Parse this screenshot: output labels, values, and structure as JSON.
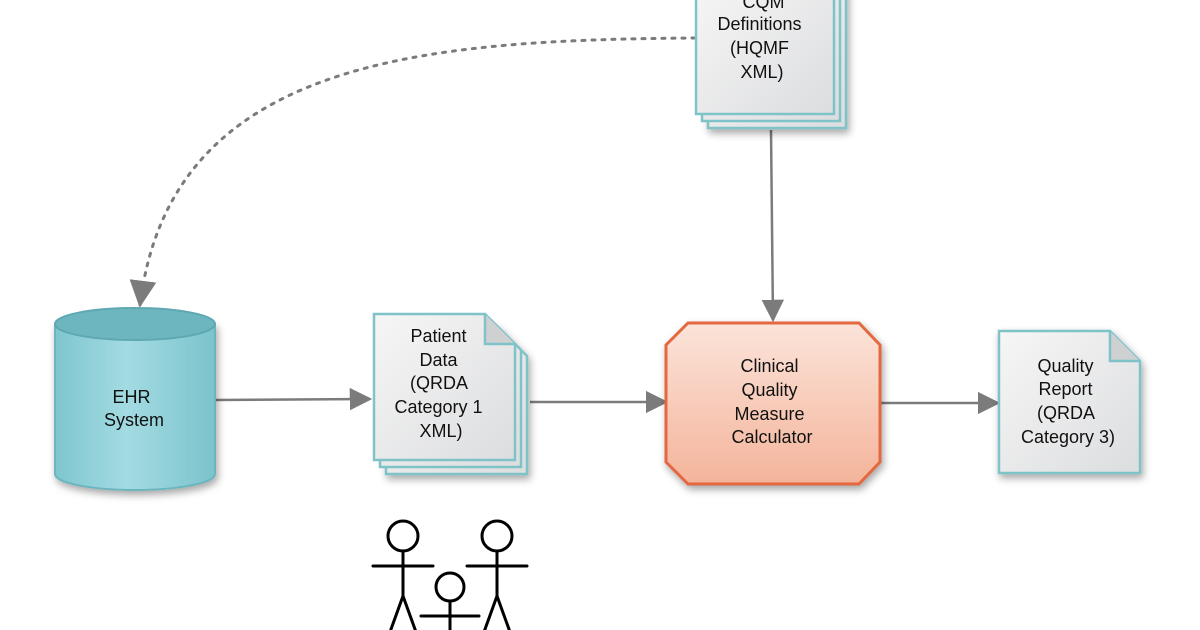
{
  "diagram": {
    "nodes": {
      "cqm_definitions": {
        "lines": [
          "CQM",
          "Definitions",
          "(HQMF",
          "XML)"
        ],
        "shape": "stacked-document",
        "fill": "#e9eaeb",
        "border": "#7fc3c8"
      },
      "ehr_system": {
        "lines": [
          "EHR",
          "System"
        ],
        "shape": "cylinder",
        "fill": "#8ccfd7",
        "border": "#6bb5be"
      },
      "patient_data": {
        "lines": [
          "Patient",
          "Data",
          "(QRDA",
          "Category 1",
          "XML)"
        ],
        "shape": "stacked-document",
        "fill": "#e9eaeb",
        "border": "#7fc3c8"
      },
      "calculator": {
        "lines": [
          "Clinical",
          "Quality",
          "Measure",
          "Calculator"
        ],
        "shape": "octagon",
        "fill": "#f8c9b6",
        "border": "#e4673f"
      },
      "quality_report": {
        "lines": [
          "Quality",
          "Report",
          "(QRDA",
          "Category 3)"
        ],
        "shape": "document",
        "fill": "#e9eaeb",
        "border": "#7fc3c8"
      },
      "patients": {
        "shape": "stick-figures",
        "icon": "people-icon"
      }
    },
    "edges": [
      {
        "from": "cqm_definitions",
        "to": "ehr_system",
        "style": "dotted"
      },
      {
        "from": "cqm_definitions",
        "to": "calculator",
        "style": "solid"
      },
      {
        "from": "ehr_system",
        "to": "patient_data",
        "style": "solid"
      },
      {
        "from": "patient_data",
        "to": "calculator",
        "style": "solid"
      },
      {
        "from": "calculator",
        "to": "quality_report",
        "style": "solid"
      }
    ],
    "colors": {
      "edge": "#7b7b7b",
      "stick_figure": "#000000"
    }
  }
}
